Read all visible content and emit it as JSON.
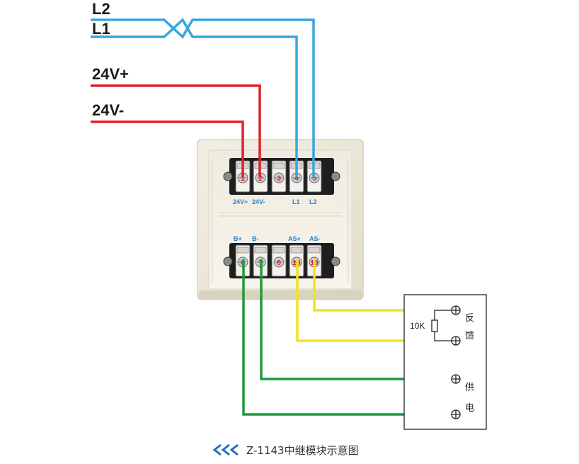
{
  "wire_labels": {
    "l2": "L2",
    "l1": "L1",
    "v24_pos": "24V+",
    "v24_neg": "24V-"
  },
  "top_block": {
    "terminal_numbers": [
      "1",
      "2",
      "3",
      "4",
      "5"
    ],
    "labels": {
      "v24_pos": "24V+",
      "v24_neg": "24V-",
      "l1": "L1",
      "l2": "L2"
    }
  },
  "bottom_block": {
    "terminal_numbers": [
      "6",
      "7",
      "8",
      "10",
      "10"
    ],
    "labels": {
      "b_pos": "B+",
      "b_neg": "B-",
      "as_pos": "AS+",
      "as_neg": "AS-"
    }
  },
  "device_box": {
    "resistor": "10K",
    "feedback_chars": [
      "反",
      "馈"
    ],
    "power_chars": [
      "供",
      "电"
    ]
  },
  "caption": "Z-1143中继模块示意图",
  "colors": {
    "bus_wire": "#39a6dc",
    "power_wire": "#e0202a",
    "feedback_wire": "#f1e41e",
    "supply_wire": "#1e9a3c",
    "caption_arrow": "#2a6fc0"
  }
}
